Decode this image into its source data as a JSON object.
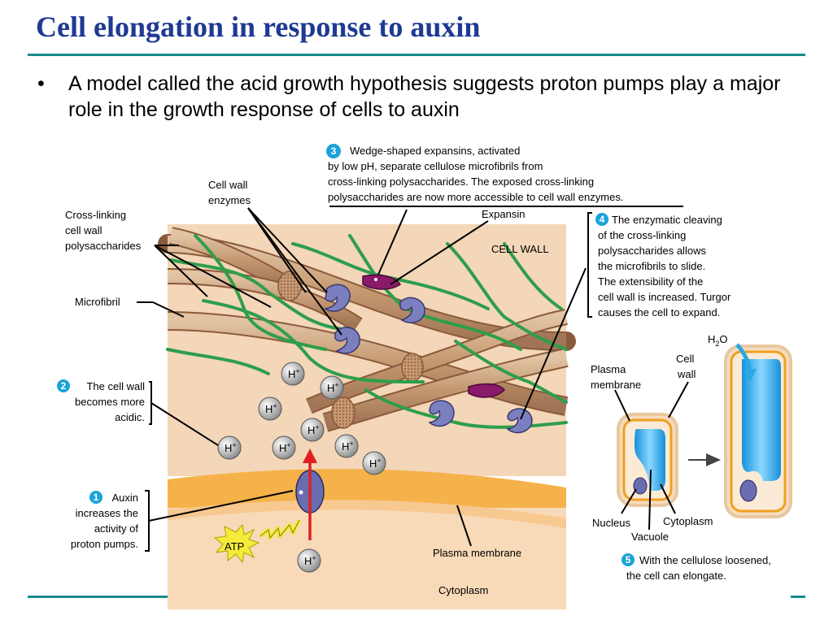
{
  "title": "Cell elongation in response to auxin",
  "bullet": {
    "marker": "•",
    "text": "A model called the acid growth hypothesis suggests proton pumps play a major role in the growth response of cells to auxin"
  },
  "labels": {
    "cross_linking": [
      "Cross-linking",
      "cell wall",
      "polysaccharides"
    ],
    "microfibril": "Microfibril",
    "cell_wall_enzymes": [
      "Cell wall",
      "enzymes"
    ],
    "expansin": "Expansin",
    "cell_wall_region": "CELL WALL",
    "plasma_membrane": "Plasma membrane",
    "cytoplasm": "Cytoplasm",
    "atp": "ATP"
  },
  "steps": [
    {
      "num": "1",
      "lines": [
        "Auxin",
        "increases the",
        "activity of",
        "proton pumps."
      ]
    },
    {
      "num": "2",
      "lines": [
        "The cell wall",
        "becomes more",
        "acidic."
      ]
    },
    {
      "num": "3",
      "lines": [
        "Wedge-shaped expansins, activated",
        "by low pH, separate cellulose microfibrils from",
        "cross-linking polysaccharides. The exposed cross-linking",
        "polysaccharides are now more accessible to cell wall enzymes."
      ]
    },
    {
      "num": "4",
      "lines": [
        "The enzymatic cleaving",
        "of the cross-linking",
        "polysaccharides allows",
        "the microfibrils to slide.",
        "The extensibility of the",
        "cell wall is increased. Turgor",
        "causes the cell to expand."
      ]
    },
    {
      "num": "5",
      "lines": [
        "With the cellulose loosened,",
        "the cell can elongate."
      ]
    }
  ],
  "ion": {
    "symbol": "H",
    "charge": "+"
  },
  "inset": {
    "water": {
      "base": "H",
      "sub": "2",
      "rest": "O"
    },
    "cell_wall": [
      "Cell",
      "wall"
    ],
    "plasma_membrane": [
      "Plasma",
      "membrane"
    ],
    "nucleus": "Nucleus",
    "cytoplasm": "Cytoplasm",
    "vacuole": "Vacuole"
  },
  "colors": {
    "title": "#1f3a93",
    "rule": "#1a8a8a",
    "step_badge": "#1aa3d9",
    "microfibril": "#c8a07a",
    "polysaccharide": "#2e9e4a",
    "enzyme": "#7b7fc0",
    "expansin": "#8b1a6b",
    "proton_arrow": "#e02020",
    "atp_burst": "#f5ec3a",
    "vacuole": "#2aa7e6",
    "membrane": "#f0a020"
  }
}
